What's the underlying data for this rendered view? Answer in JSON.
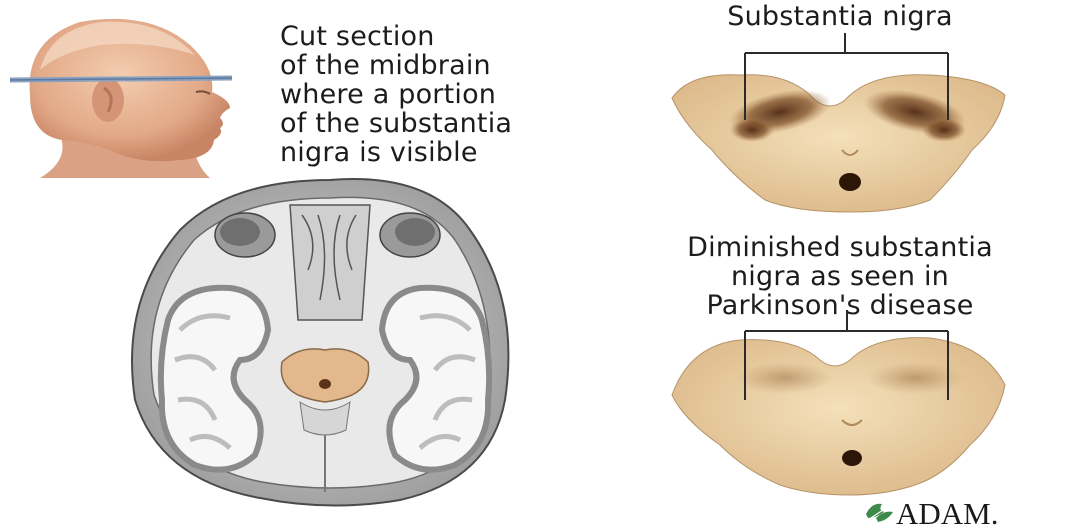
{
  "captions": {
    "cut_section": "Cut section\nof the midbrain\nwhere a portion\nof the substantia\nnigra is visible",
    "substantia_nigra": "Substantia nigra",
    "diminished": "Diminished substantia\nnigra as seen in\nParkinson's disease"
  },
  "logo": {
    "text": "ADAM."
  },
  "colors": {
    "skin": "#e6b494",
    "midbrain_fill": "#edd3a6",
    "nigra_dark": "#6b3d1c",
    "line": "#2a2a2a",
    "brain_gray": "#b9b9b9",
    "logo_green": "#3f8a4a"
  }
}
